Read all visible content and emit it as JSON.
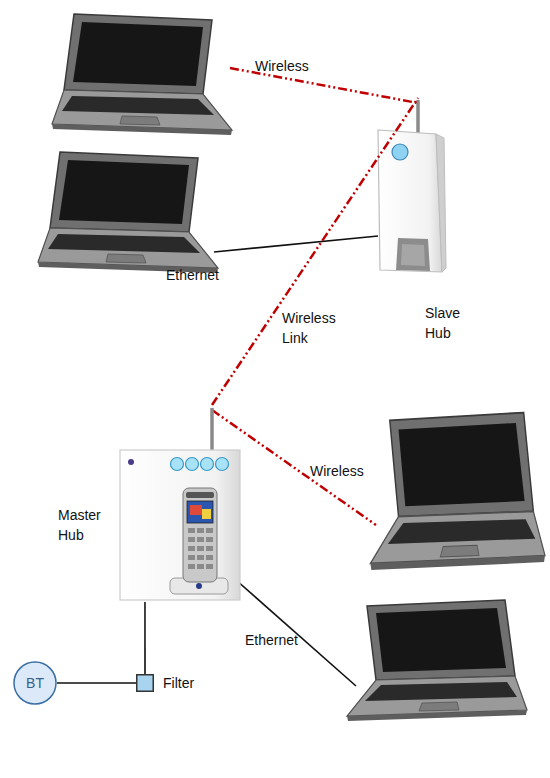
{
  "diagram": {
    "nodes": [
      {
        "text": [
          "Slave Hub"
        ]
      },
      {
        "text": [
          "Master Hub"
        ]
      },
      {
        "text": [
          "BT"
        ]
      },
      {
        "text": [
          "Filter"
        ]
      }
    ],
    "edges": [
      {
        "from": 1,
        "to": 0,
        "label": "Wireless Link",
        "arrow": "none"
      },
      {
        "from": 2,
        "to": 3,
        "arrow": "none"
      },
      {
        "from": 3,
        "to": 1,
        "arrow": "none"
      }
    ],
    "labels": [
      "Wireless",
      "Ethernet",
      "Wireless",
      "Ethernet"
    ]
  }
}
